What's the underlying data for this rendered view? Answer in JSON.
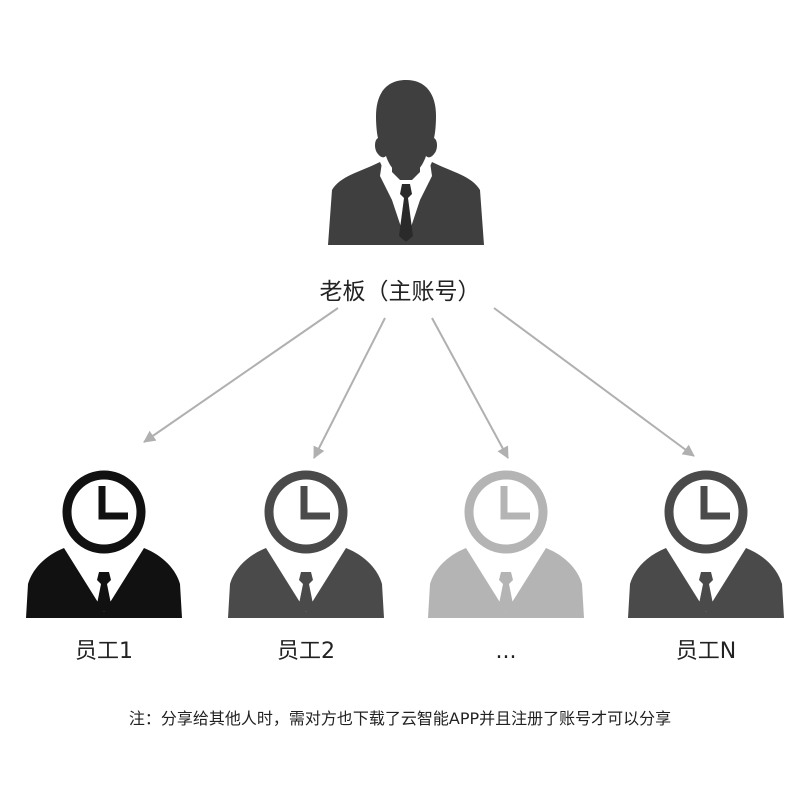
{
  "boss": {
    "label": "老板（主账号）",
    "icon": "businessman-icon",
    "color": "#3f3f3f"
  },
  "employees": [
    {
      "label": "员工1",
      "color": "#111111"
    },
    {
      "label": "员工2",
      "color": "#4a4a4a"
    },
    {
      "label": "...",
      "color": "#b4b4b4"
    },
    {
      "label": "员工N",
      "color": "#4a4a4a"
    }
  ],
  "employee_icon": "employee-clock-icon",
  "arrow_color": "#b0b0b0",
  "note": "注：分享给其他人时，需对方也下载了云智能APP并且注册了账号才可以分享"
}
